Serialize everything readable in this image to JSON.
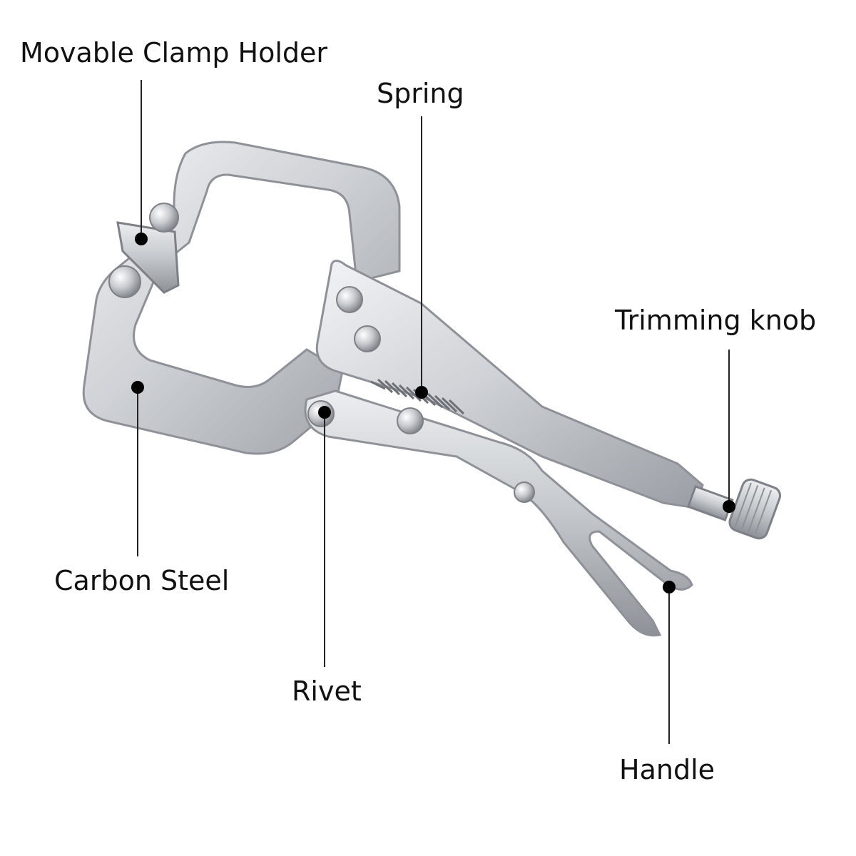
{
  "labels": {
    "movable_clamp_holder": "Movable Clamp Holder",
    "spring": "Spring",
    "trimming_knob": "Trimming knob",
    "carbon_steel": "Carbon Steel",
    "rivet": "Rivet",
    "handle": "Handle"
  },
  "colors": {
    "background": "#ffffff",
    "text": "#111111",
    "leader": "#222222",
    "dot": "#000000",
    "steel": "#c9ccd0",
    "steel_highlight": "#eef0f2",
    "steel_shadow": "#8c9096"
  }
}
